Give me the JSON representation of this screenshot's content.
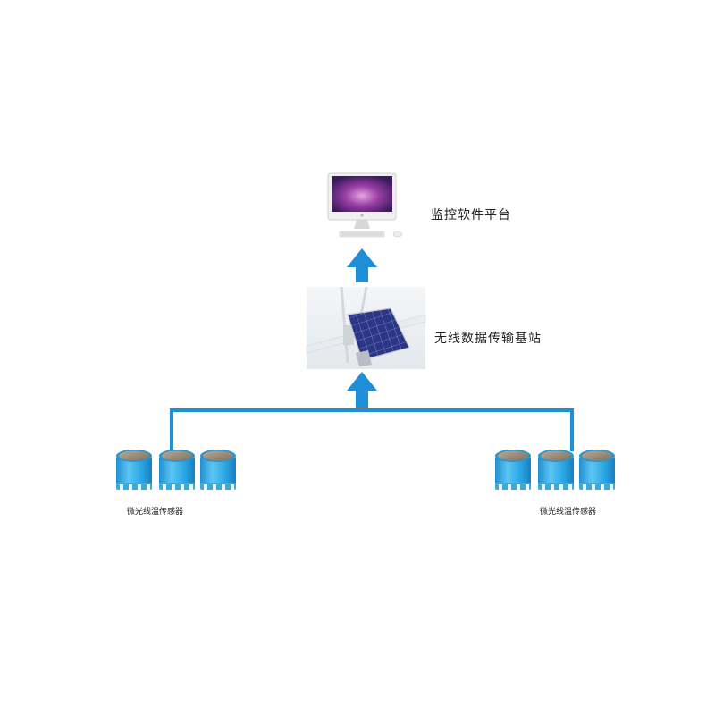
{
  "labels": {
    "platform": "监控软件平台",
    "base_station": "无线数据传输基站",
    "sensor_group_left": "微光线温传感器",
    "sensor_group_right": "微光线温传感器"
  },
  "colors": {
    "connector": "#1e8fd6",
    "sensor_body": "#2aa7e3",
    "sensor_top": "#9c8f7d",
    "panel": "#2e3a8c",
    "text": "#222222"
  }
}
